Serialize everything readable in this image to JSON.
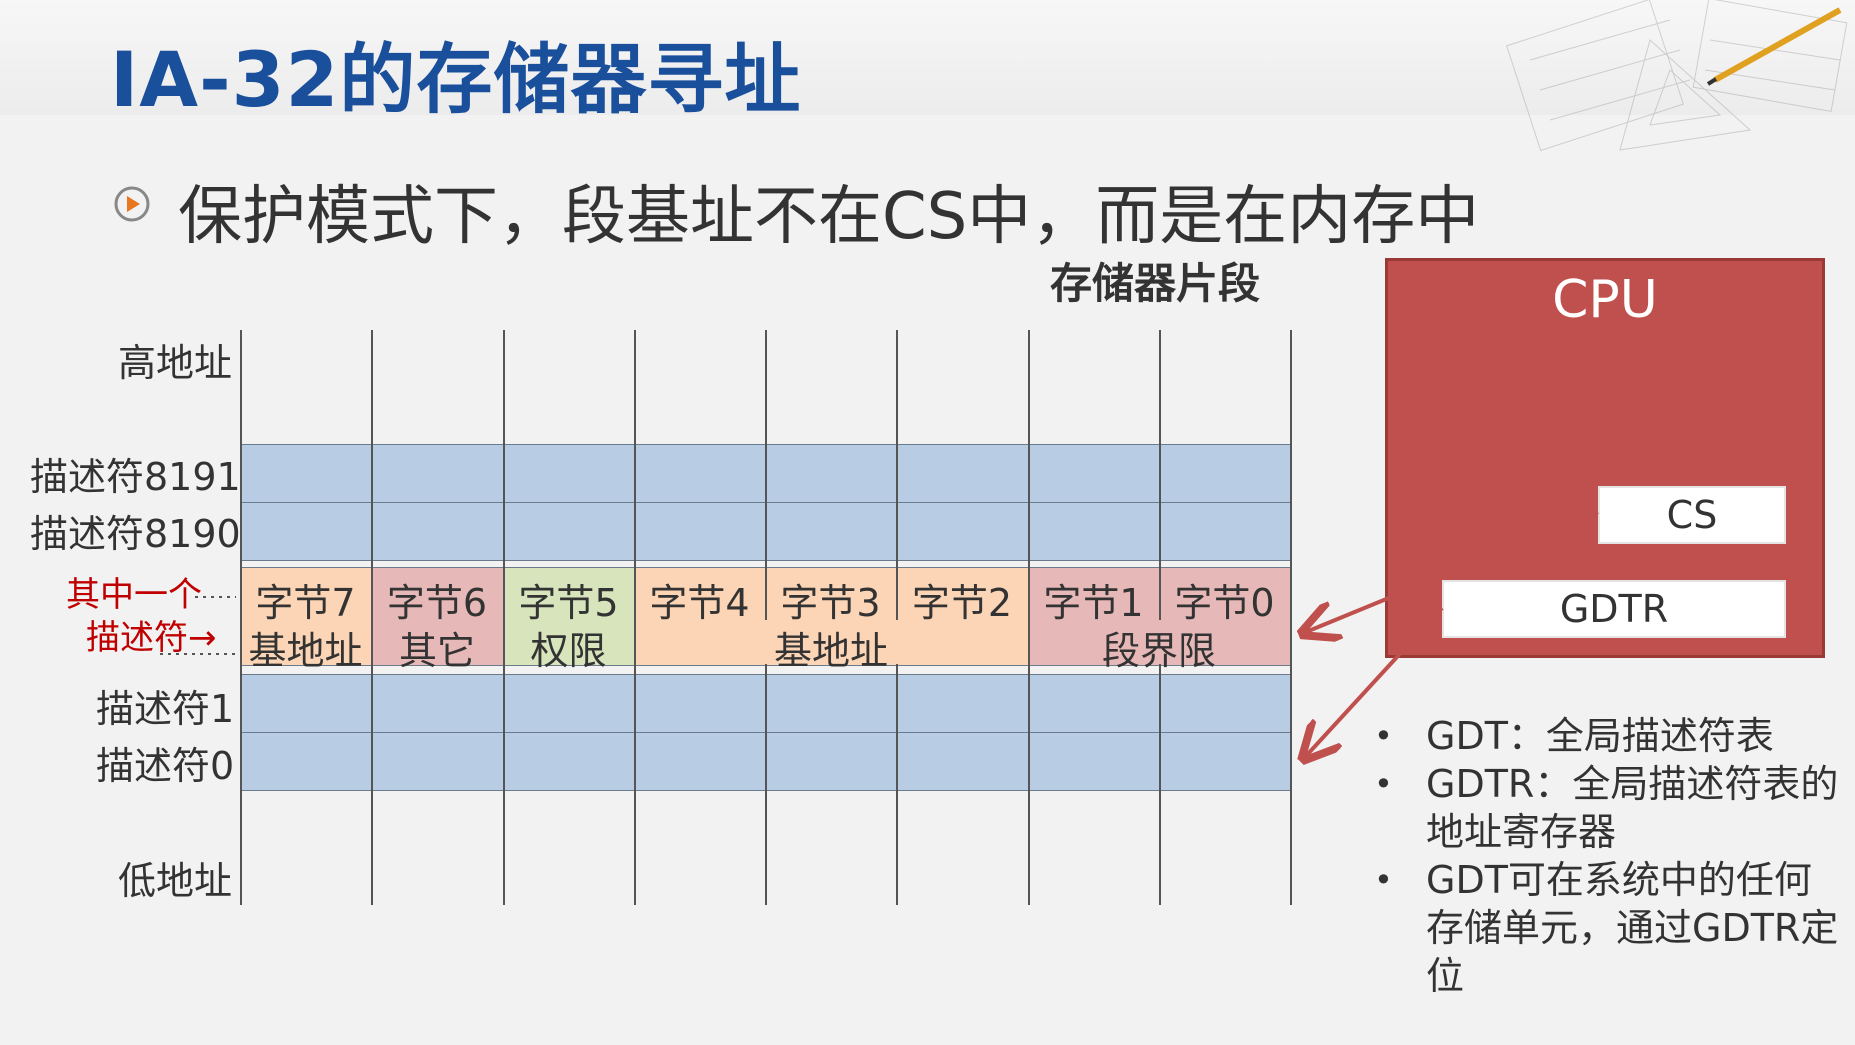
{
  "title": "IA-32的存储器寻址",
  "subtitle": "保护模式下，段基址不在CS中，而是在内存中",
  "memory_title": "存储器片段",
  "labels": {
    "high": "高地址",
    "d8191": "描述符8191",
    "d8190": "描述符8190",
    "one_of": "其中一个",
    "descriptor": "描述符→",
    "d1": "描述符1",
    "d0": "描述符0",
    "low": "低地址"
  },
  "bytes": [
    "字节7",
    "字节6",
    "字节5",
    "字节4",
    "字节3",
    "字节2",
    "字节1",
    "字节0"
  ],
  "fields": {
    "base_hi": "基地址",
    "other": "其它",
    "rights": "权限",
    "base_lo": "基地址",
    "limit": "段界限"
  },
  "colors": {
    "title": "#1a4f9c",
    "band": "#b8cce4",
    "orange": "#fbd5b5",
    "pink": "#e6b9b8",
    "green": "#d7e4bc",
    "cpu": "#c0504d",
    "arrow": "#c0504d",
    "red_text": "#c00000"
  },
  "cpu": {
    "label": "CPU",
    "cs": "CS",
    "gdtr": "GDTR"
  },
  "notes": [
    "GDT：全局描述符表",
    "GDTR：全局描述符表的地址寄存器",
    "GDT可在系统中的任何存储单元，通过GDTR定位"
  ]
}
